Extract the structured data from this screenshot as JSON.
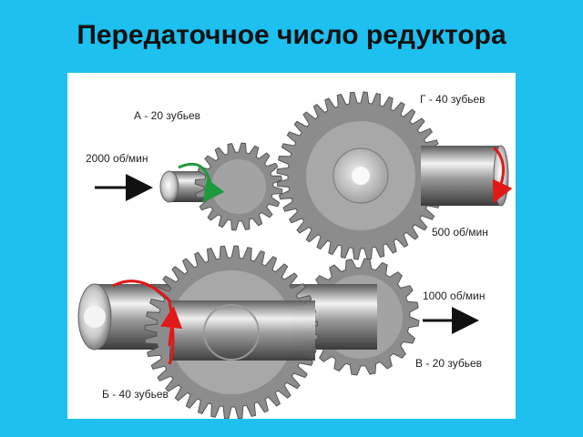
{
  "slide": {
    "title": "Передаточное число редуктора"
  },
  "labels": {
    "gear_a": "А - 20 зубьев",
    "gear_b": "Б - 40 зубьев",
    "gear_v": "В - 20 зубьев",
    "gear_g": "Г - 40 зубьев",
    "speed_in": "2000 об/мин",
    "speed_mid": "1000 об/мин",
    "speed_out": "500 об/мин"
  },
  "colors": {
    "background": "#1ec0f0",
    "panel": "#ffffff",
    "rotation_arrow_red": "#e01818",
    "rotation_arrow_green": "#1c9a3c",
    "gear_gray": "#8c8c8c"
  }
}
